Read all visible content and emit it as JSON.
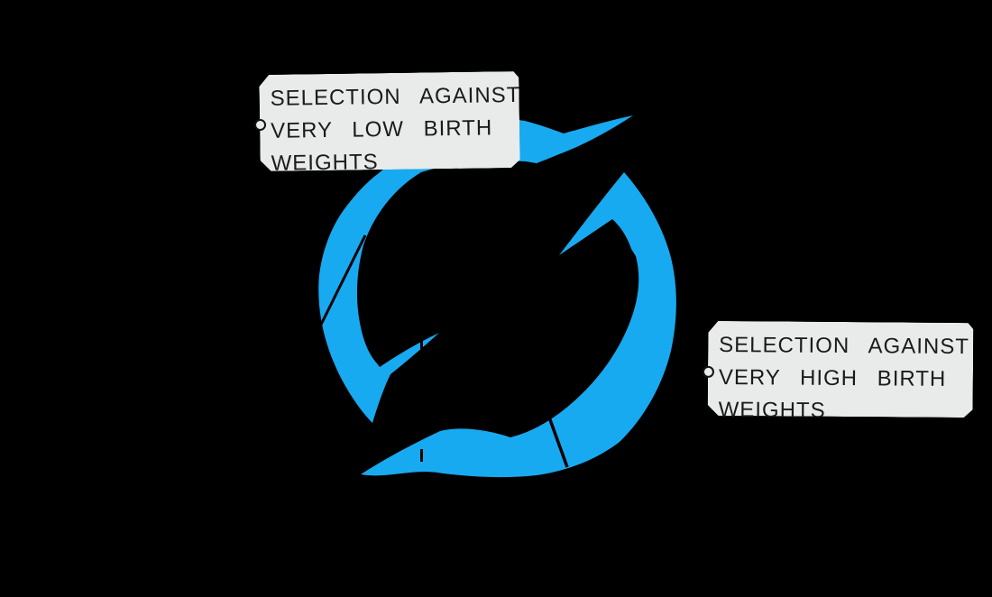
{
  "colors": {
    "background": "#000000",
    "arrow_blue": "#18AAF0",
    "label_fill": "#E9EBEA",
    "label_text": "#1B1B1B",
    "line_black": "#000000"
  },
  "labels": {
    "low": {
      "line1": "SELECTION AGAINST",
      "line2": "VERY LOW BIRTH",
      "line3": "WEIGHTS"
    },
    "high": {
      "line1": "SELECTION AGAINST",
      "line2": "VERY HIGH BIRTH",
      "line3": "WEIGHTS"
    }
  }
}
